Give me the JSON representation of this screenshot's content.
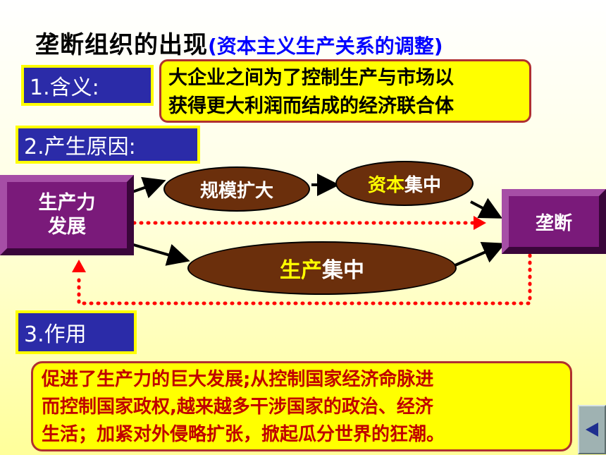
{
  "title": {
    "main": "垄断组织的出现",
    "sub": "(资本主义生产关系的调整)"
  },
  "sections": {
    "meaning_label": "1.含义:",
    "meaning_text_line1": "大企业之间为了控制生产与市场以",
    "meaning_text_line2": "获得更大利润而结成的经济联合体",
    "cause_label": "2.产生原因:",
    "effect_label": "3.作用",
    "effect_line1": "促进了生产力的巨大发展;从控制国家经济命脉进",
    "effect_line2": "而控制国家政权,越来越多干涉国家的政治、经济",
    "effect_line3": "生活；加紧对外侵略扩张，掀起瓜分世界的狂潮。"
  },
  "diagram": {
    "source_line1": "生产力",
    "source_line2": "发展",
    "scale_node": "规模扩大",
    "capital_hl": "资本",
    "capital_rest": "集中",
    "production_hl": "生产",
    "production_rest": "集中",
    "target": "垄断"
  },
  "colors": {
    "label_bg": "#2b2ba8",
    "label_border": "#ffff00",
    "text_box_bg": "#ffff00",
    "oval_bg": "#6b2f0c",
    "bevel_bg": "#7a1a7a",
    "dotted_arrow": "#ff0000",
    "effect_text": "#c00000"
  },
  "icons": {
    "back_button": "triangle-left-icon"
  }
}
